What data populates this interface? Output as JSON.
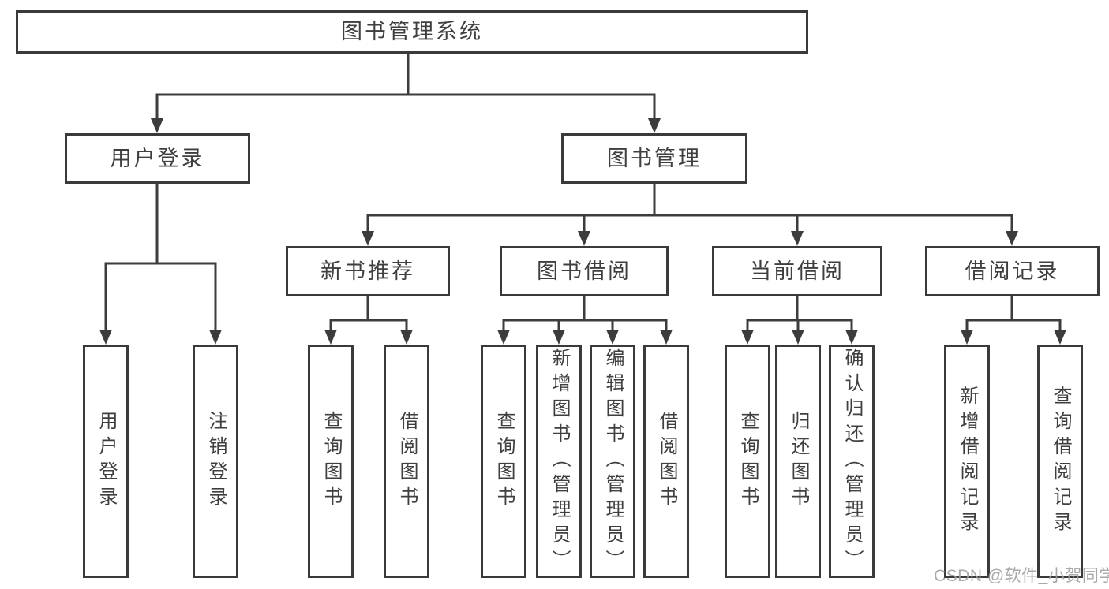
{
  "diagram_title": "图书管理系统",
  "nodes": {
    "root": "图书管理系统",
    "user_login": "用户登录",
    "book_management": "图书管理",
    "new_book_recommend": "新书推荐",
    "book_borrow": "图书借阅",
    "current_borrow": "当前借阅",
    "borrow_record": "借阅记录",
    "leaf_user_login": "用户登录",
    "leaf_logout": "注销登录",
    "leaf_query_book_recommend": "查询图书",
    "leaf_borrow_book_recommend": "借阅图书",
    "leaf_query_book_borrow": "查询图书",
    "leaf_add_book_admin": "新增图书（管理员）",
    "leaf_edit_book_admin": "编辑图书（管理员）",
    "leaf_borrow_book_borrow": "借阅图书",
    "leaf_query_book_current": "查询图书",
    "leaf_return_book": "归还图书",
    "leaf_confirm_return_admin": "确认归还（管理员）",
    "leaf_add_borrow_record": "新增借阅记录",
    "leaf_query_borrow_record": "查询借阅记录"
  },
  "watermark": {
    "text": "CSDN @软件_小贺同学"
  },
  "colors": {
    "line": "#3c3c3c",
    "text": "#3f3f3f",
    "box_border": "#3a3a3a",
    "box_background": "#ffffff",
    "watermark": "#a0a0a0",
    "background": "#ffffff"
  }
}
